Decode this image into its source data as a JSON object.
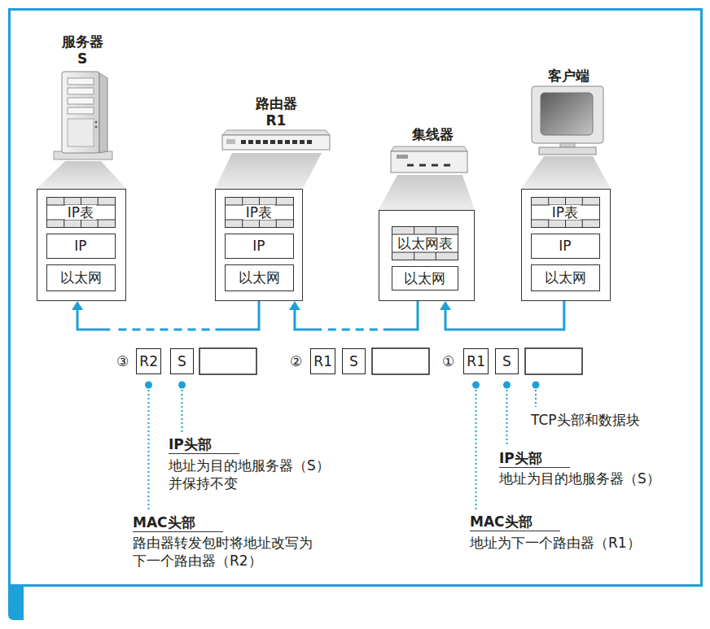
{
  "diagram": {
    "nodes": [
      {
        "text": [
          "服务器 S"
        ]
      },
      {
        "text": [
          "IP表"
        ],
        "in": 0
      },
      {
        "text": [
          "IP"
        ],
        "in": 0
      },
      {
        "text": [
          "以太网"
        ],
        "in": 0
      },
      {
        "text": [
          "路由器 R1"
        ]
      },
      {
        "text": [
          "IP表"
        ],
        "in": 4
      },
      {
        "text": [
          "IP"
        ],
        "in": 4
      },
      {
        "text": [
          "以太网"
        ],
        "in": 4
      },
      {
        "text": [
          "集线器"
        ]
      },
      {
        "text": [
          "以太网表"
        ],
        "in": 8
      },
      {
        "text": [
          "以太网"
        ],
        "in": 8
      },
      {
        "text": [
          "客户端"
        ]
      },
      {
        "text": [
          "IP表"
        ],
        "in": 11
      },
      {
        "text": [
          "IP"
        ],
        "in": 11
      },
      {
        "text": [
          "以太网"
        ],
        "in": 11
      },
      {
        "text": [
          "R2"
        ]
      },
      {
        "text": [
          "S"
        ]
      },
      {
        "text": [
          "R1"
        ]
      },
      {
        "text": [
          "S"
        ]
      },
      {
        "text": [
          "R1"
        ]
      },
      {
        "text": [
          "S"
        ]
      }
    ],
    "edges": [
      {
        "from": 11,
        "to": 8,
        "arrow": "to"
      },
      {
        "from": 8,
        "to": 4,
        "arrow": "to"
      },
      {
        "from": 4,
        "to": 0,
        "arrow": "to"
      }
    ],
    "labels": [
      "③",
      "②",
      "①",
      "TCP头部和数据块",
      "IP头部",
      "地址为目的地服务器（S）",
      "MAC头部",
      "地址为下一个路由器（R1）",
      "IP头部",
      "地址为目的地服务器（S） 并保持不变",
      "MAC头部",
      "路由器转发包时将地址改写为 下一个路由器（R2）"
    ]
  }
}
